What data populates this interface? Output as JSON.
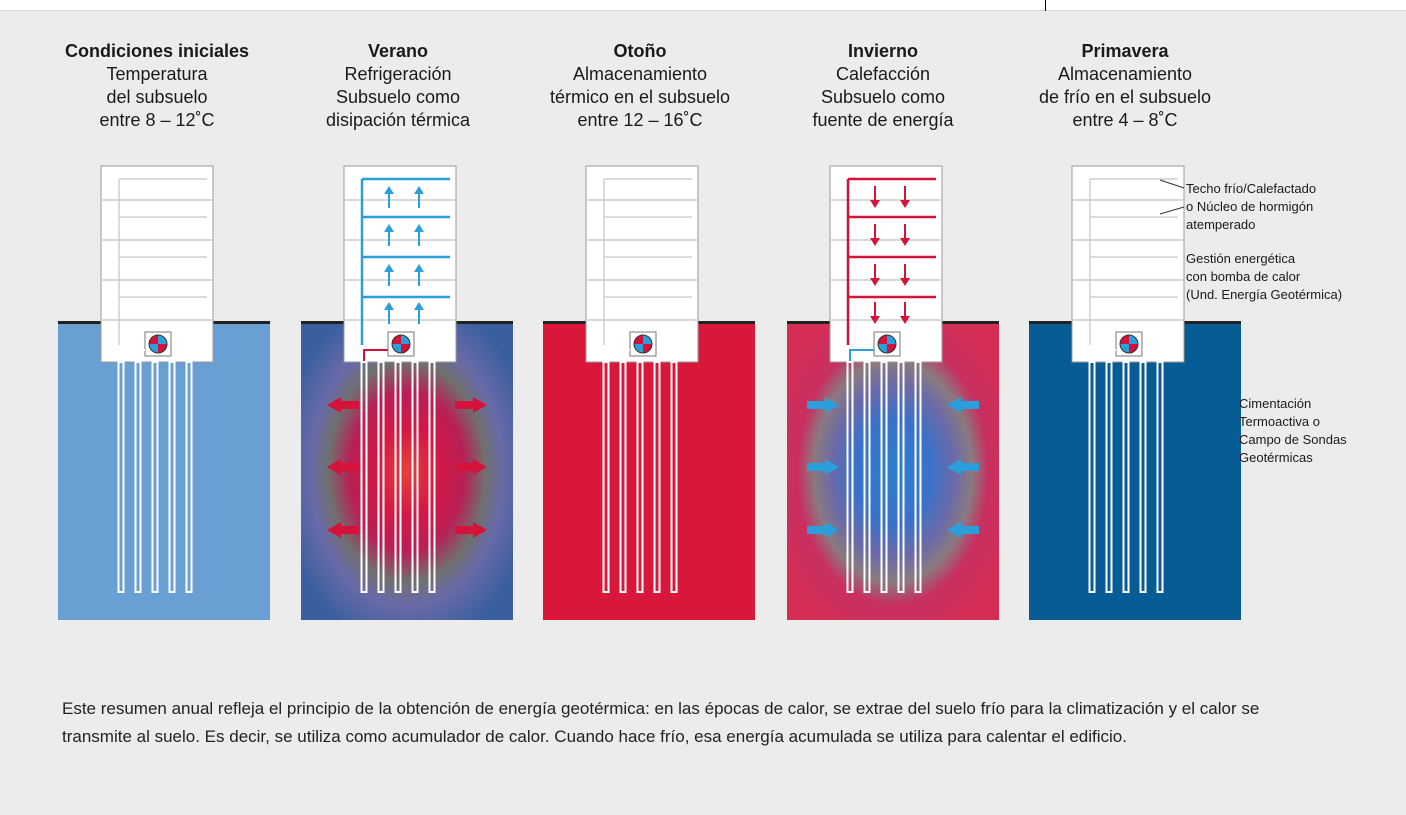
{
  "columns": [
    {
      "title": "Condiciones iniciales",
      "lines": [
        "Temperatura",
        "del subsuelo",
        "entre 8 – 12˚C"
      ],
      "soil": "#6a9fd3",
      "style": "uniform",
      "flow": "none"
    },
    {
      "title": "Verano",
      "lines": [
        "Refrigeración",
        "Subsuelo como",
        "disipación térmica"
      ],
      "soil": "#3a5fa0",
      "style": "summer",
      "flow": "up"
    },
    {
      "title": "Otoño",
      "lines": [
        "Almacenamiento",
        "térmico en el subsuelo",
        "entre 12 – 16˚C"
      ],
      "soil": "#d9173a",
      "style": "uniform",
      "flow": "none"
    },
    {
      "title": "Invierno",
      "lines": [
        "Calefacción",
        "Subsuelo como",
        "fuente de energía"
      ],
      "soil": "#d42e55",
      "style": "winter",
      "flow": "down"
    },
    {
      "title": "Primavera",
      "lines": [
        "Almacenamiento",
        "de frío en el subsuelo",
        "entre 4 – 8˚C"
      ],
      "soil": "#075c96",
      "style": "uniform",
      "flow": "none"
    }
  ],
  "labels": {
    "ceiling": [
      "Techo frío/Calefactado",
      "o Núcleo de hormigón",
      "atemperado"
    ],
    "heat_pump": [
      "Gestión energética",
      "con bomba de calor",
      "(Und. Energía Geotérmica)"
    ],
    "foundation": [
      "Cimentación",
      "Termoactiva o",
      "Campo de Sondas",
      "Geotérmicas"
    ]
  },
  "summary": "Este resumen anual refleja el principio de la obtención de energía geotérmica: en las épocas de calor, se extrae del suelo frío para la climatización y el calor se transmite al suelo. Es decir, se utiliza como acumulador de calor. Cuando hace frío, esa energía acumulada se utiliza para calentar el edificio.",
  "colors": {
    "cold": "#2b9fdc",
    "warm": "#d4123a",
    "pipe": "#ffffff",
    "ground_line": "#222222"
  }
}
